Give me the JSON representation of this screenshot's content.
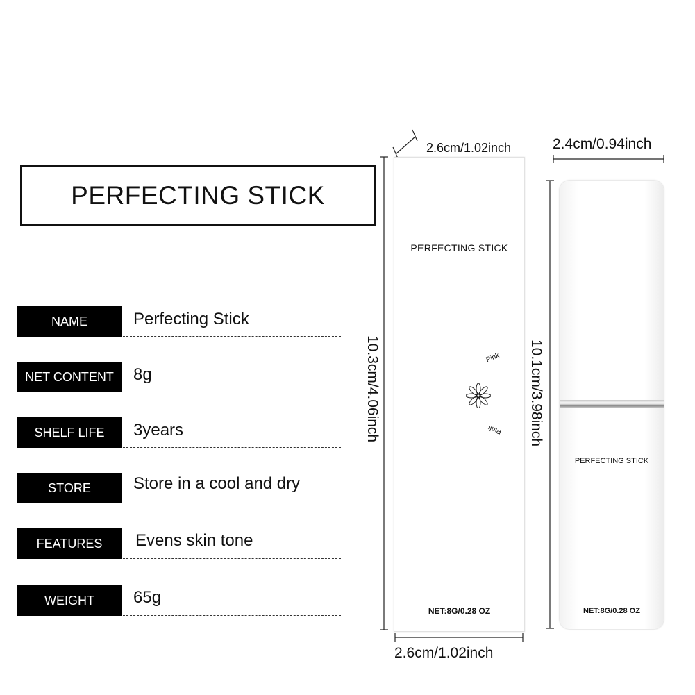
{
  "title": "PERFECTING STICK",
  "specs": [
    {
      "label": "NAME",
      "value": "Perfecting Stick"
    },
    {
      "label": "NET  CONTENT",
      "value": "8g"
    },
    {
      "label": "SHELF LIFE",
      "value": "3years"
    },
    {
      "label": "STORE",
      "value": "Store in a cool and dry"
    },
    {
      "label": "FEATURES",
      "value": "Evens skin tone"
    },
    {
      "label": "WEIGHT",
      "value": "65g"
    }
  ],
  "carton": {
    "title": "PERFECTING STICK",
    "pink_top": "Pink",
    "pink_bottom": "Pink",
    "net": "NET:8G/0.28 OZ",
    "depth_dim": "2.6cm/1.02inch",
    "width_dim": "2.6cm/1.02inch",
    "height_dim": "10.3cm/4.06inch"
  },
  "tube": {
    "title": "PERFECTING STICK",
    "net": "NET:8G/0.28 OZ",
    "width_dim": "2.4cm/0.94inch",
    "height_dim": "10.1cm/3.98inch"
  },
  "icons": {
    "flower": "flower-icon"
  }
}
